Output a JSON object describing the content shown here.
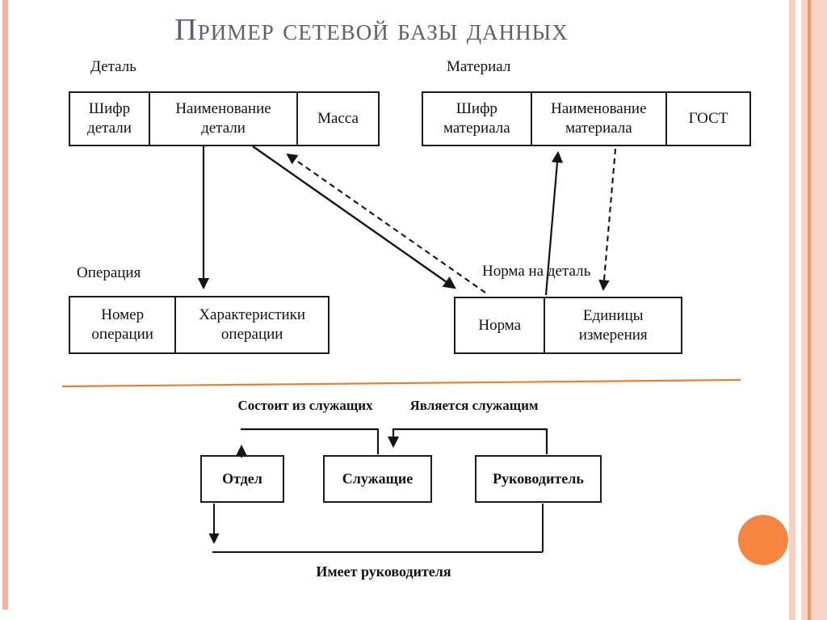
{
  "title": "Пример сетевой базы данных",
  "upper": {
    "detail": {
      "label": "Деталь",
      "cells": [
        "Шифр детали",
        "Наименование детали",
        "Масса"
      ]
    },
    "material": {
      "label": "Материал",
      "cells": [
        "Шифр материала",
        "Наименование материала",
        "ГОСТ"
      ]
    },
    "operation": {
      "label": "Операция",
      "cells": [
        "Номер операции",
        "Характеристики операции"
      ]
    },
    "norm": {
      "label": "Норма на деталь",
      "cells": [
        "Норма",
        "Единицы измерения"
      ]
    }
  },
  "lower": {
    "top_left_label": "Состоит из служащих",
    "top_right_label": "Является служащим",
    "bottom_label": "Имеет руководителя",
    "boxes": [
      "Отдел",
      "Служащие",
      "Руководитель"
    ]
  },
  "colors": {
    "title_text": "#57626e",
    "line_black": "#1c1c1c",
    "divider_orange": "#e8812f",
    "accent_orange": "#f58540",
    "side_stripe_peach": "#f6b29b",
    "right_panel_peach": "#f9d3c5"
  }
}
